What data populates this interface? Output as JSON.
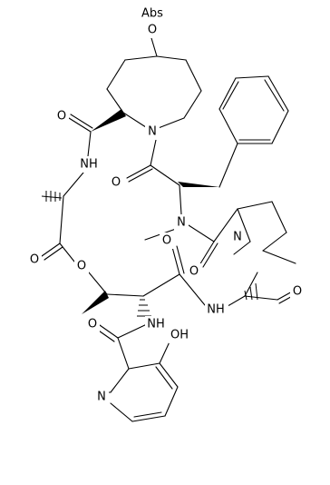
{
  "atom_labels": {
    "abs": "Abs",
    "o_top": "O",
    "o_amide1": "O",
    "nh_ala": "NH",
    "n_pip": "N",
    "o_ester_c": "O",
    "o_ester": "O",
    "o_phe": "O",
    "n_me": "N",
    "o_pro": "O",
    "n_pro": "N",
    "o_thr_c": "O",
    "nh_thr": "NH",
    "o_right": "O",
    "nh_amide": "NH",
    "o_pic": "O",
    "oh": "OH",
    "n_pyr": "N"
  }
}
